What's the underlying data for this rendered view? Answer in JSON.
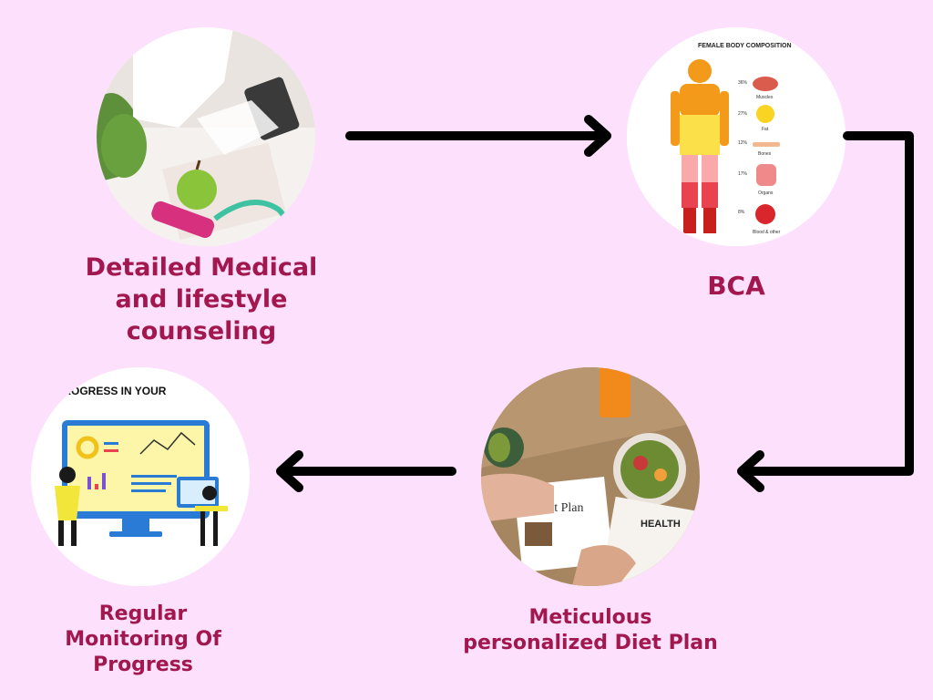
{
  "steps": [
    {
      "id": "counseling",
      "title": "Detailed Medical and lifestyle counseling",
      "lines": [
        "Detailed Medical",
        "and lifestyle",
        "counseling"
      ]
    },
    {
      "id": "bca",
      "title": "BCA",
      "lines": [
        "BCA"
      ]
    },
    {
      "id": "diet-plan",
      "title": "Meticulous personalized Diet Plan",
      "lines": [
        "Meticulous",
        "personalized Diet Plan"
      ]
    },
    {
      "id": "monitoring",
      "title": "Regular Monitoring Of Progress",
      "lines": [
        "Regular",
        "Monitoring Of",
        "Progress"
      ]
    }
  ],
  "images": {
    "bca": {
      "heading": "FEMALE BODY COMPOSITION",
      "rows": [
        {
          "percent": "36%",
          "label": "Muscles"
        },
        {
          "percent": "27%",
          "label": "Fat"
        },
        {
          "percent": "12%",
          "label": "Bones"
        },
        {
          "percent": "17%",
          "label": "Organs"
        },
        {
          "percent": "8%",
          "label": "Blood & other"
        }
      ]
    },
    "diet": {
      "book_title": "Diet Plan",
      "sheet_title": "HEALTH"
    },
    "monitoring": {
      "banner": "NG PROGRESS IN YOUR"
    }
  },
  "colors": {
    "background": "#fde0fb",
    "label": "#a3174f",
    "arrow": "#000000"
  }
}
